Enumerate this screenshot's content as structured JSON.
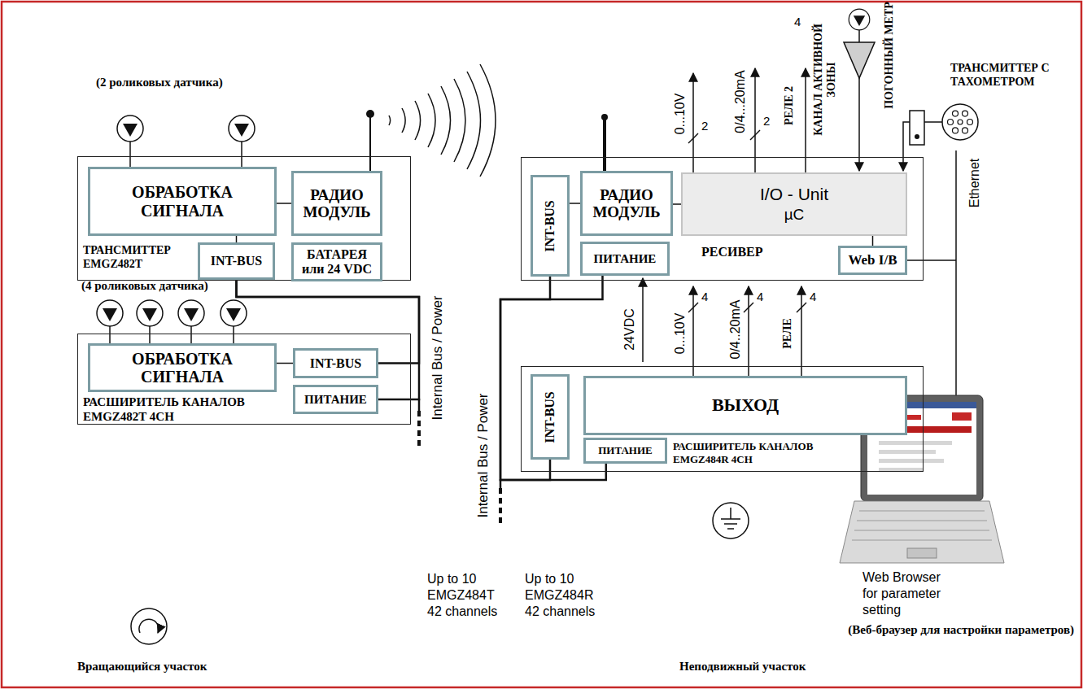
{
  "diagram": {
    "nodes": [
      {
        "text": [
          "ТРАНСМИТТЕР EMGZ482T"
        ]
      },
      {
        "text": [
          "ОБРАБОТКА СИГНАЛА"
        ],
        "in": 0
      },
      {
        "text": [
          "РАДИО МОДУЛЬ"
        ],
        "in": 0
      },
      {
        "text": [
          "INT-BUS"
        ],
        "in": 0
      },
      {
        "text": [
          "БАТАРЕЯ или 24 VDC"
        ],
        "in": 0
      },
      {
        "text": [
          "РЕСИВЕР"
        ]
      },
      {
        "text": [
          "INT-BUS"
        ],
        "in": 5
      },
      {
        "text": [
          "РАДИО МОДУЛЬ"
        ],
        "in": 5
      },
      {
        "text": [
          "I/O - Unit",
          "µC"
        ],
        "in": 5
      },
      {
        "text": [
          "ПИТАНИЕ"
        ],
        "in": 5
      },
      {
        "text": [
          "Web I/B"
        ],
        "in": 5
      },
      {
        "text": [
          "РАСШИРИТЕЛЬ КАНАЛОВ EMGZ482T 4CH"
        ]
      },
      {
        "text": [
          "ОБРАБОТКА СИГНАЛА"
        ],
        "in": 11
      },
      {
        "text": [
          "INT-BUS"
        ],
        "in": 11
      },
      {
        "text": [
          "ПИТАНИЕ"
        ],
        "in": 11
      },
      {
        "text": [
          "РАСШИРИТЕЛЬ КАНАЛОВ EMGZ484R 4CH"
        ]
      },
      {
        "text": [
          "INT-BUS"
        ],
        "in": 15
      },
      {
        "text": [
          "ВЫХОД"
        ],
        "in": 15
      },
      {
        "text": [
          "ПИТАНИЕ"
        ],
        "in": 15
      }
    ],
    "edges": [
      {
        "from": 1,
        "to": 2,
        "arrow": "none"
      },
      {
        "from": 1,
        "to": 3,
        "arrow": "none"
      },
      {
        "from": 6,
        "to": 7,
        "arrow": "none"
      },
      {
        "from": 7,
        "to": 8,
        "arrow": "none"
      },
      {
        "from": 8,
        "to": 10,
        "arrow": "none"
      },
      {
        "from": 12,
        "to": 13,
        "arrow": "none"
      },
      {
        "from": 3,
        "to": 13,
        "arrow": "none"
      },
      {
        "from": 3,
        "to": 14,
        "arrow": "none"
      },
      {
        "from": 6,
        "to": 16,
        "arrow": "none"
      },
      {
        "from": 9,
        "to": 18,
        "arrow": "none"
      }
    ],
    "labels": [
      "(2 роликовых датчика)",
      "(4 роликовых датчика)",
      "Internal Bus / Power",
      "Up to 10 EMGZ484T 42 channels",
      "Вращающийся участок",
      "0...10V",
      "2",
      "0/4...20mA",
      "2",
      "РЕЛЕ 2",
      "КАНАЛ АКТИВНОЙ ЗОНЫ",
      "4",
      "ПОГОННЫЙ МЕТР",
      "ТРАНСМИТТЕР С ТАХОМЕТРОМ",
      "Ethernet",
      "24VDC",
      "Internal Bus / Power",
      "Up to 10 EMGZ484R 42 channels",
      "0...10V",
      "4",
      "0/4..20mA",
      "4",
      "РЕЛЕ",
      "4",
      "Web Browser for parameter setting",
      "(Веб-браузер для настройки параметров)",
      "Неподвижный участок"
    ]
  }
}
